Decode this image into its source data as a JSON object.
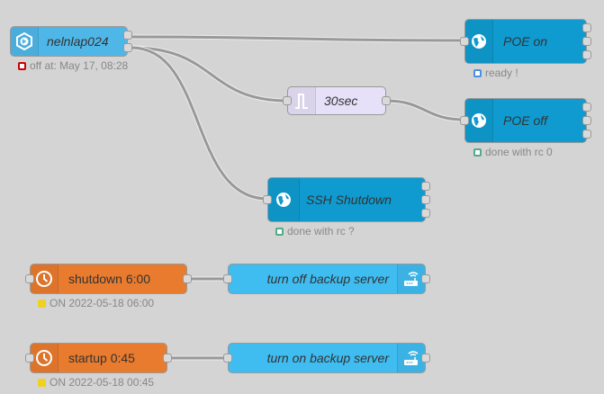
{
  "colors": {
    "canvas": "#d4d4d4",
    "link_node": "#4fb7e8",
    "exec_node": "#0f9bd0",
    "trigger_node": "#e6e0f8",
    "inject_node": "#e97b2e",
    "wol_node": "#3fbcf0",
    "wire": "#999999"
  },
  "nodes": {
    "nelnlap": {
      "label": "nelnlap024",
      "icon": "arrow-in-hexagon-icon",
      "status": "off at: May 17, 08:28",
      "status_shape": "ring-red"
    },
    "poe_on": {
      "label": "POE on",
      "icon": "globe-icon",
      "status": "ready !",
      "status_shape": "ring-blue"
    },
    "delay": {
      "label": "30sec",
      "icon": "pulse-icon"
    },
    "poe_off": {
      "label": "POE off",
      "icon": "globe-icon",
      "status": "done with rc 0",
      "status_shape": "ring-green"
    },
    "ssh": {
      "label": "SSH Shutdown",
      "icon": "globe-icon",
      "status": "done with rc ?",
      "status_shape": "ring-green"
    },
    "shutdown": {
      "label": "shutdown 6:00",
      "icon": "clock-icon",
      "status": "ON 2022-05-18 06:00",
      "status_shape": "dot-yellow"
    },
    "turn_off": {
      "label": "turn off backup server",
      "icon": "router-icon"
    },
    "startup": {
      "label": "startup 0:45",
      "icon": "clock-icon",
      "status": "ON 2022-05-18 00:45",
      "status_shape": "dot-yellow"
    },
    "turn_on": {
      "label": "turn on backup server",
      "icon": "router-icon"
    }
  }
}
